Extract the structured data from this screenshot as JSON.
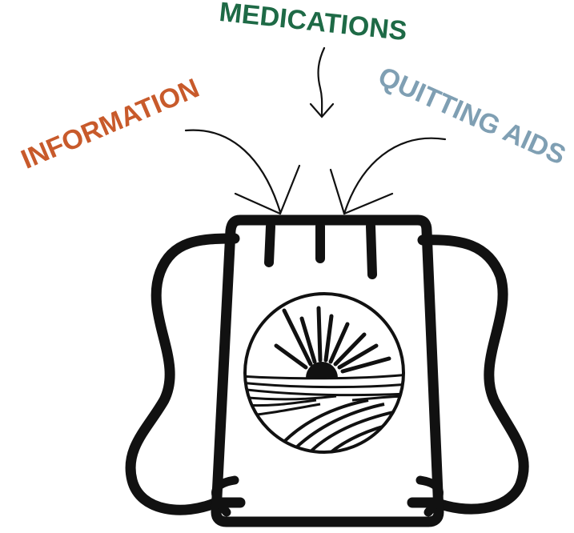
{
  "labels": {
    "medications": "MEDICATIONS",
    "information": "INFORMATION",
    "quitting_aids": "QUITTING AIDS"
  },
  "colors": {
    "medications": "#1e6a46",
    "information": "#c85a2b",
    "quitting_aids": "#7f9fb3",
    "ink": "#111111"
  },
  "icons": {
    "bag": "drawstring-bag-icon",
    "logo": "sunrise-over-fields-icon"
  }
}
